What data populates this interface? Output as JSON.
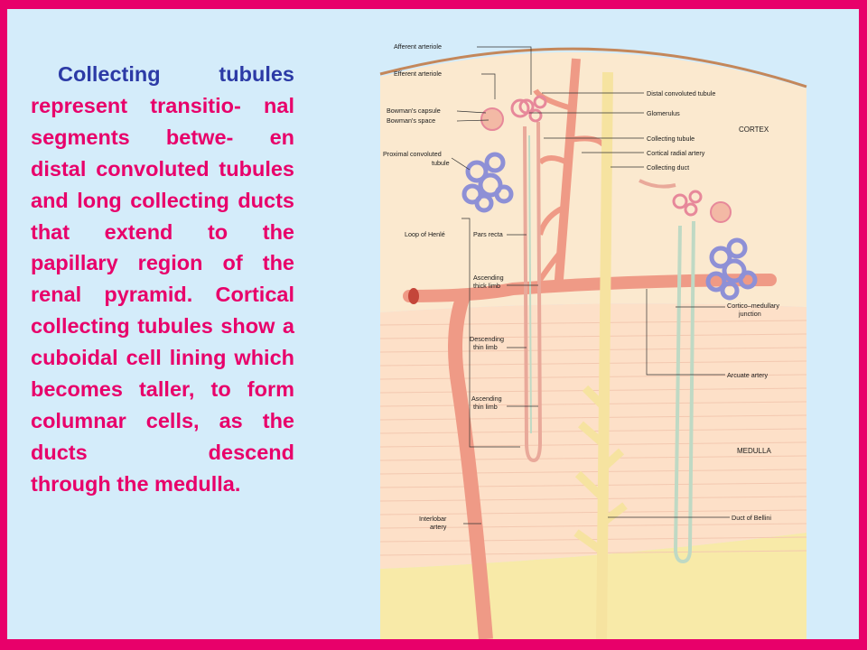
{
  "text": {
    "lead": "Collecting tubules",
    "body": "represent transitio- nal segments betwe- en distal convoluted tubules and long collecting ducts that extend to the papillary region of the renal pyramid. Cortical collecting tubules show a cuboidal cell lining which becomes taller, to form columnar cells, as the ducts descend",
    "last_line": "through the medulla."
  },
  "diagram": {
    "labels": {
      "afferent_arteriole": "Afferent arteriole",
      "efferent_arteriole": "Efferent arteriole",
      "bowmans_capsule": "Bowman's capsule",
      "bowmans_space": "Bowman's space",
      "proximal_convoluted_1": "Proximal convoluted",
      "proximal_convoluted_2": "tubule",
      "loop_of_henle": "Loop of Henlé",
      "pars_recta": "Pars recta",
      "ascending_thick_1": "Ascending",
      "ascending_thick_2": "thick limb",
      "descending_thin_1": "Descending",
      "descending_thin_2": "thin limb",
      "ascending_thin_1": "Ascending",
      "ascending_thin_2": "thin limb",
      "interlobar_1": "Interlobar",
      "interlobar_2": "artery",
      "distal_convoluted": "Distal convoluted tubule",
      "glomerulus": "Glomerulus",
      "collecting_tubule": "Collecting tubule",
      "cortical_radial": "Cortical radial artery",
      "collecting_duct": "Collecting duct",
      "cortex": "CORTEX",
      "cortico_medullary_1": "Cortico–medullary",
      "cortico_medullary_2": "junction",
      "arcuate_artery": "Arcuate artery",
      "medulla": "MEDULLA",
      "duct_of_bellini": "Duct of Bellini"
    }
  }
}
